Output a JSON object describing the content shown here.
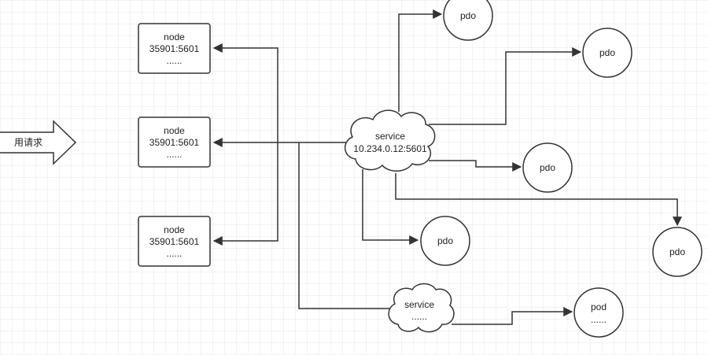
{
  "request": {
    "label": "用请求"
  },
  "nodes": [
    {
      "line1": "node",
      "line2": "35901:5601",
      "line3": "......"
    },
    {
      "line1": "node",
      "line2": "35901:5601",
      "line3": "......"
    },
    {
      "line1": "node",
      "line2": "35901:5601",
      "line3": "......"
    }
  ],
  "service_main": {
    "line1": "service",
    "line2": "10.234.0.12:5601"
  },
  "service_secondary": {
    "line1": "service",
    "line2": "......"
  },
  "pods": [
    {
      "line1": "pdo",
      "line2": ""
    },
    {
      "line1": "pdo",
      "line2": ""
    },
    {
      "line1": "pdo",
      "line2": ""
    },
    {
      "line1": "pdo",
      "line2": ""
    },
    {
      "line1": "pdo",
      "line2": ""
    },
    {
      "line1": "pod",
      "line2": "......"
    }
  ],
  "colors": {
    "stroke": "#333333",
    "grid": "#e6e6e6",
    "background": "#ffffff"
  }
}
